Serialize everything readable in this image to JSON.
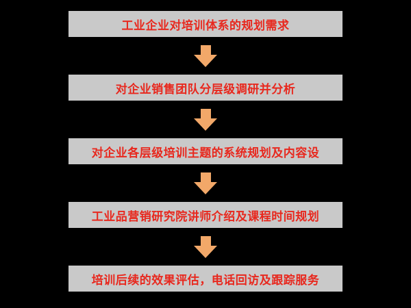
{
  "flow": {
    "background_color": "#000000",
    "box_color": "#C9C9C9",
    "text_color": "#E8281E",
    "arrow_color": "#F2A869",
    "steps": [
      {
        "label": "工业企业对培训体系的规划需求"
      },
      {
        "label": "对企业销售团队分层级调研并分析"
      },
      {
        "label": "对企业各层级培训主题的系统规划及内容设"
      },
      {
        "label": "工业品营销研究院讲师介绍及课程时间规划"
      },
      {
        "label": "培训后续的效果评估，电话回访及跟踪服务"
      }
    ]
  }
}
